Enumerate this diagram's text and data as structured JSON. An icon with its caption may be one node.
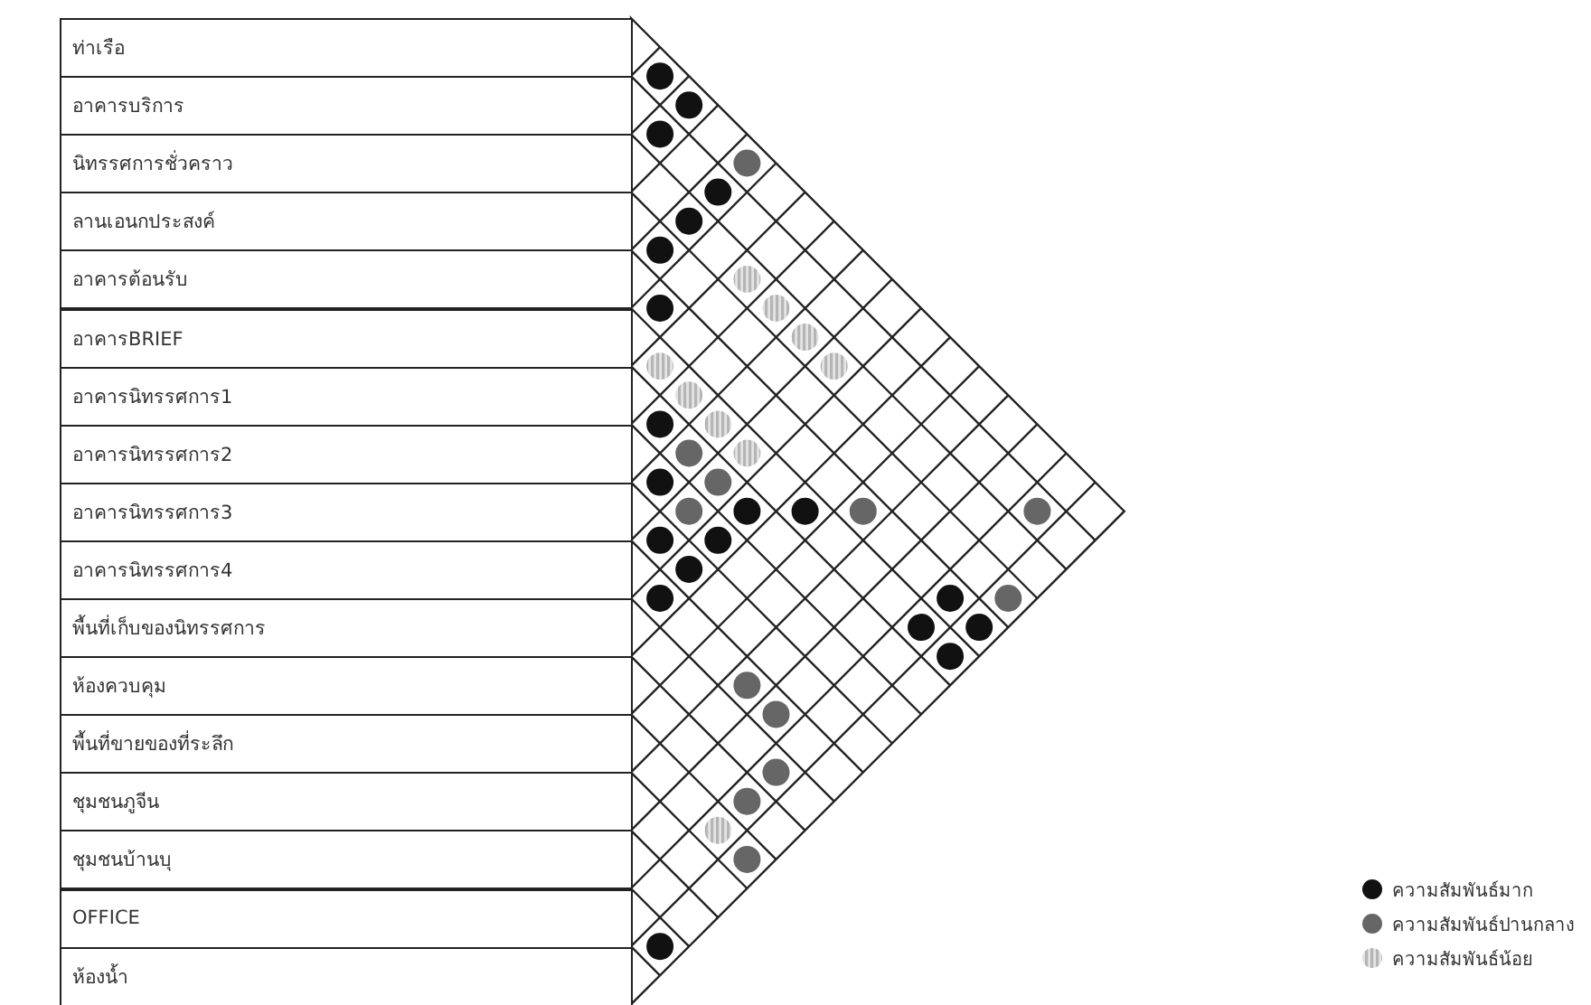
{
  "diagram": {
    "nodes": [
      {
        "text": [
          "ท่าเรือ"
        ]
      },
      {
        "text": [
          "อาคารบริการ"
        ]
      },
      {
        "text": [
          "นิทรรศการชั่วคราว"
        ]
      },
      {
        "text": [
          "ลานเอนกประสงค์"
        ]
      },
      {
        "text": [
          "อาคารต้อนรับ"
        ]
      },
      {
        "text": [
          "อาคารBRIEF"
        ]
      },
      {
        "text": [
          "อาคารนิทรรศการ1"
        ]
      },
      {
        "text": [
          "อาคารนิทรรศการ2"
        ]
      },
      {
        "text": [
          "อาคารนิทรรศการ3"
        ]
      },
      {
        "text": [
          "อาคารนิทรรศการ4"
        ]
      },
      {
        "text": [
          "พื้นที่เก็บของนิทรรศการ"
        ]
      },
      {
        "text": [
          "ห้องควบคุม"
        ]
      },
      {
        "text": [
          "พื้นที่ขายของที่ระลึก"
        ]
      },
      {
        "text": [
          "ชุมชนภูจีน"
        ]
      },
      {
        "text": [
          "ชุมชนบ้านบุ"
        ]
      },
      {
        "text": [
          "OFFICE"
        ]
      },
      {
        "text": [
          "ห้องน้ำ"
        ]
      },
      {
        "text": [],
        "shape": "circle"
      },
      {
        "text": [],
        "shape": "circle"
      },
      {
        "text": [],
        "shape": "circle"
      },
      {
        "text": [],
        "shape": "circle"
      },
      {
        "text": [],
        "shape": "circle"
      },
      {
        "text": [],
        "shape": "circle"
      },
      {
        "text": [],
        "shape": "circle"
      },
      {
        "text": [],
        "shape": "circle"
      },
      {
        "text": [],
        "shape": "circle"
      },
      {
        "text": [],
        "shape": "circle"
      },
      {
        "text": [],
        "shape": "circle"
      },
      {
        "text": [],
        "shape": "circle"
      },
      {
        "text": [],
        "shape": "circle"
      },
      {
        "text": [],
        "shape": "circle"
      },
      {
        "text": [],
        "shape": "circle"
      },
      {
        "text": [],
        "shape": "circle"
      },
      {
        "text": [],
        "shape": "circle"
      },
      {
        "text": [],
        "shape": "circle"
      },
      {
        "text": [],
        "shape": "circle"
      },
      {
        "text": [],
        "shape": "circle"
      },
      {
        "text": [],
        "shape": "circle"
      },
      {
        "text": [],
        "shape": "circle"
      },
      {
        "text": [],
        "shape": "circle"
      },
      {
        "text": [],
        "shape": "circle"
      },
      {
        "text": [],
        "shape": "circle"
      },
      {
        "text": [],
        "shape": "circle"
      },
      {
        "text": [],
        "shape": "circle"
      },
      {
        "text": [],
        "shape": "circle"
      },
      {
        "text": [],
        "shape": "circle"
      },
      {
        "text": [],
        "shape": "circle"
      },
      {
        "text": [],
        "shape": "circle"
      },
      {
        "text": [],
        "shape": "circle"
      },
      {
        "text": [],
        "shape": "circle"
      },
      {
        "text": [],
        "shape": "circle"
      },
      {
        "text": [],
        "shape": "circle"
      },
      {
        "text": [],
        "shape": "circle"
      },
      {
        "text": [],
        "shape": "circle"
      },
      {
        "text": [],
        "shape": "circle"
      },
      {
        "text": [],
        "shape": "circle"
      },
      {
        "text": [],
        "shape": "circle"
      },
      {
        "text": [],
        "shape": "circle"
      }
    ],
    "legend": [
      {
        "text": "ความสัมพันธ์มาก",
        "color": "#111111"
      },
      {
        "text": "ความสัมพันธ์ปานกลาง",
        "color": "#666666"
      },
      {
        "text": "ความสัมพันธ์น้อย",
        "color": "#b5b5b5"
      }
    ]
  }
}
